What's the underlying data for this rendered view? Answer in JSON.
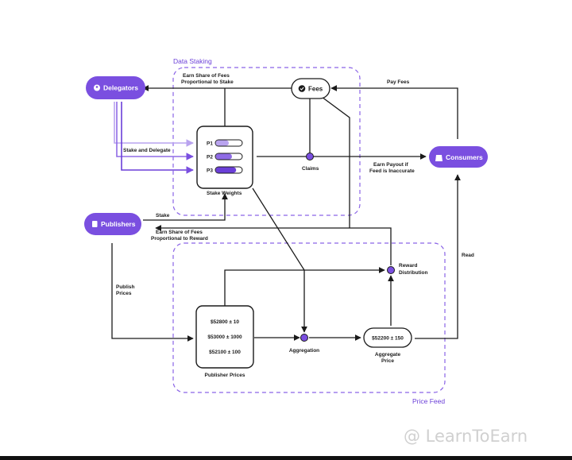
{
  "groups": {
    "data_staking": "Data Staking",
    "price_feed": "Price Feed"
  },
  "actors": {
    "delegators": "Delegators",
    "publishers": "Publishers",
    "consumers": "Consumers"
  },
  "fees": "Fees",
  "stake_weights": {
    "title": "Stake Weights",
    "rows": [
      {
        "label": "P1",
        "fill": 0.5
      },
      {
        "label": "P2",
        "fill": 0.62
      },
      {
        "label": "P3",
        "fill": 0.78
      }
    ]
  },
  "publisher_prices": {
    "title": "Publisher Prices",
    "values": [
      "$52800 ± 10",
      "$53000 ± 1000",
      "$52100 ± 100"
    ]
  },
  "aggregate": {
    "value": "$52200 ± 150",
    "title_line1": "Aggregate",
    "title_line2": "Price"
  },
  "nodes": {
    "claims": "Claims",
    "aggregation": "Aggregation",
    "reward_line1": "Reward",
    "reward_line2": "Distribution"
  },
  "edge_labels": {
    "earn_share_fees_stake_1": "Earn Share of Fees",
    "earn_share_fees_stake_2": "Proportional to Stake",
    "pay_fees": "Pay Fees",
    "stake_and_delegate": "Stake and Delegate",
    "earn_payout_1": "Earn Payout if",
    "earn_payout_2": "Feed is Inaccurate",
    "stake": "Stake",
    "earn_share_fees_reward_1": "Earn Share of Fees",
    "earn_share_fees_reward_2": "Proportional to Reward",
    "publish_1": "Publish",
    "publish_2": "Prices",
    "read": "Read"
  },
  "watermark": "@ LearnToEarn",
  "colors": {
    "accent": "#7a4fe0",
    "accent_light": "#b9a3ef",
    "dashed": "#8a63e6",
    "line": "#1a1a1a"
  }
}
